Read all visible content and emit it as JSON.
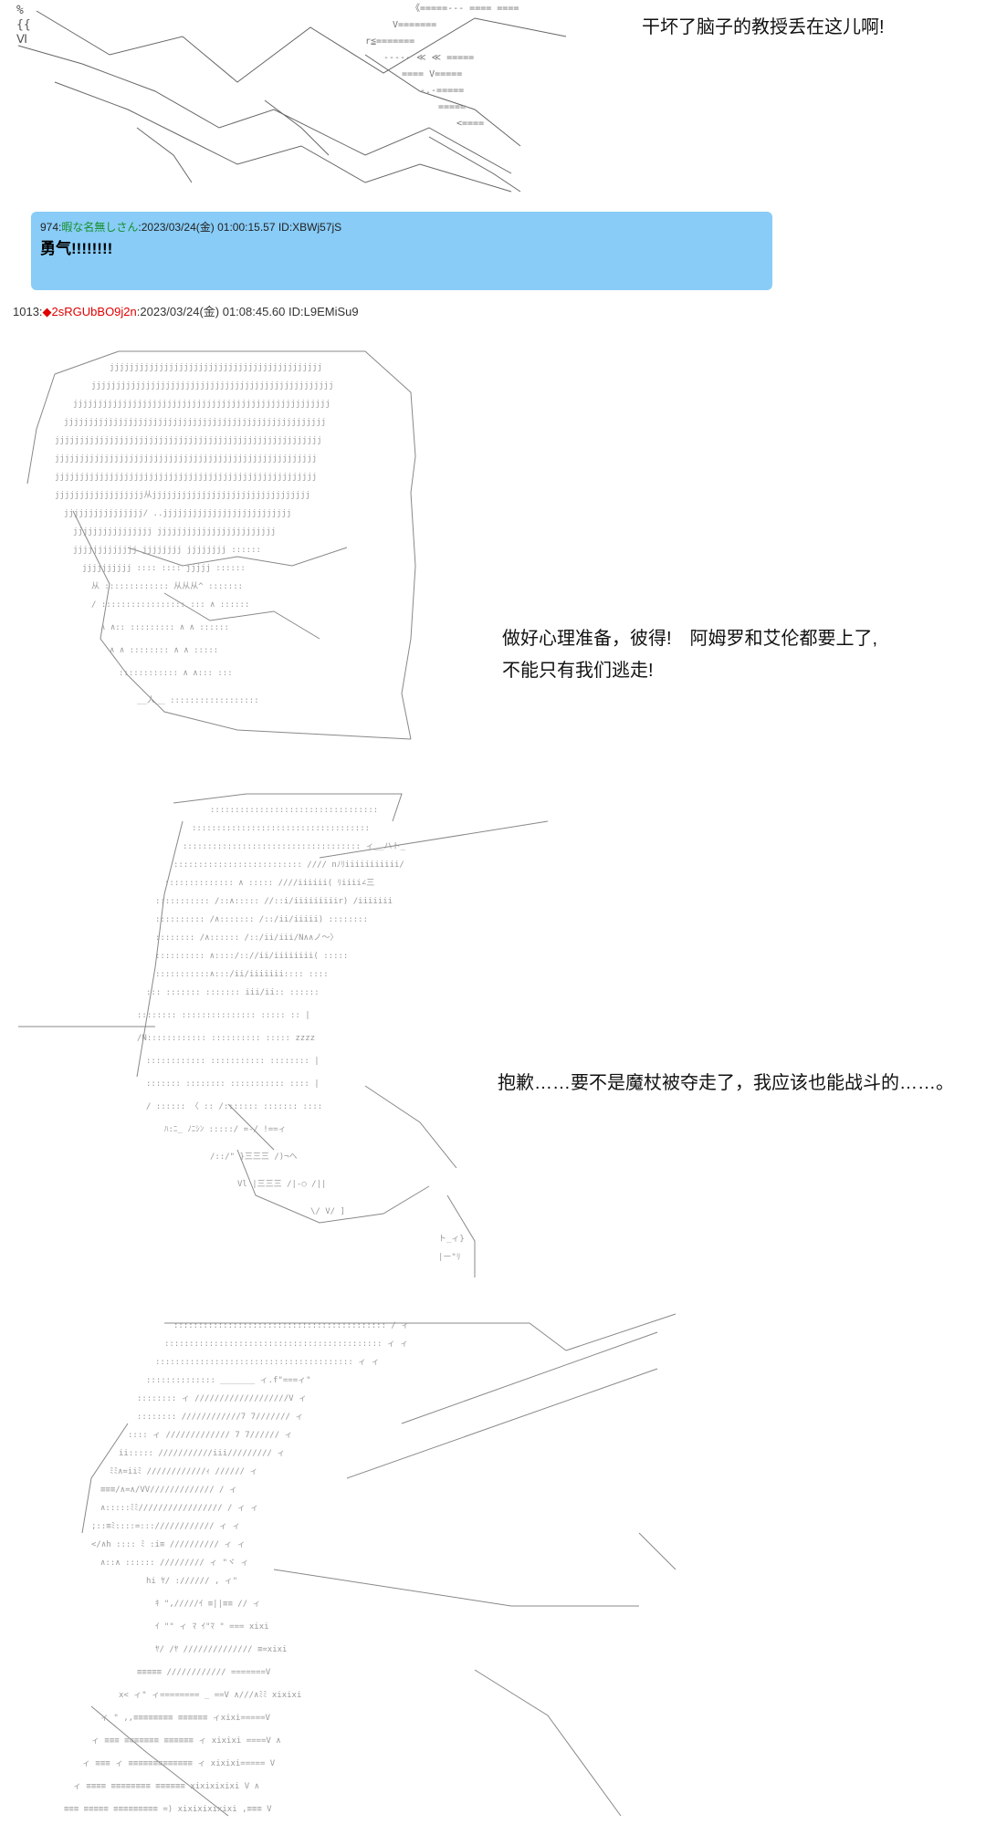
{
  "captions": {
    "top": "干坏了脑子的教授丢在这儿啊!",
    "middle_line1": "做好心理准备，彼得!　阿姆罗和艾伦都要上了,",
    "middle_line2": "不能只有我们逃走!",
    "lower": "抱歉……要不是魔杖被夺走了，我应该也能战斗的……。"
  },
  "reply": {
    "number": "974",
    "name": "暇な名無しさん",
    "datetime": ":2023/03/24(金) 01:00:15.57 ID:XBWj57jS",
    "body": "勇气!!!!!!!!"
  },
  "post": {
    "number": "1013",
    "diamond": "◆",
    "trip": "2sRGUbBO9j2n",
    "datetime": ":2023/03/24(金) 01:08:45.60 ID:L9EMiSu9"
  },
  "art_glyphs": {
    "top_left": [
      "%",
      "{{",
      "Ⅵ"
    ]
  }
}
